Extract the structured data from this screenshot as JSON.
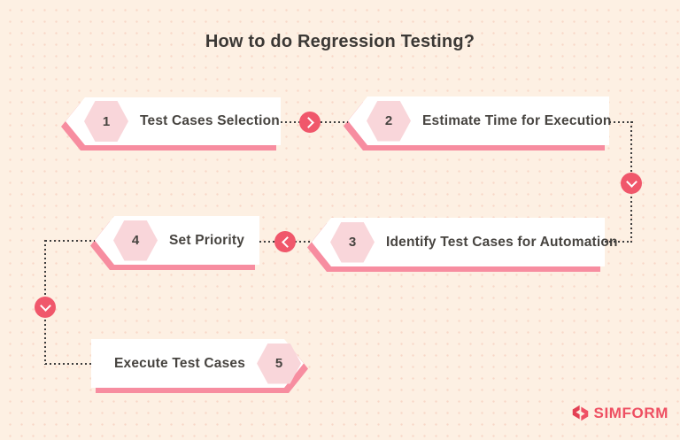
{
  "title": "How to do Regression Testing?",
  "steps": [
    {
      "number": "1",
      "label": "Test Cases Selection"
    },
    {
      "number": "2",
      "label": "Estimate Time for Execution"
    },
    {
      "number": "3",
      "label": "Identify Test Cases for Automation"
    },
    {
      "number": "4",
      "label": "Set Priority"
    },
    {
      "number": "5",
      "label": "Execute Test Cases"
    }
  ],
  "connectors": [
    {
      "from": "1",
      "to": "2",
      "direction": "right"
    },
    {
      "from": "2",
      "to": "3",
      "direction": "down"
    },
    {
      "from": "3",
      "to": "4",
      "direction": "left"
    },
    {
      "from": "4",
      "to": "5",
      "direction": "down"
    }
  ],
  "logo": {
    "text": "SIMFORM",
    "icon": "simform-s-icon"
  },
  "colors": {
    "background": "#fdf0e3",
    "dot_grid": "#eea08a",
    "banner": "#ffffff",
    "banner_shadow": "#f78da0",
    "hexagon": "#f9d6da",
    "accent_circle": "#f0576b",
    "dotted_line": "#3d3d3d",
    "text": "#474440",
    "title": "#3b3835",
    "logo": "#ee4f62"
  }
}
